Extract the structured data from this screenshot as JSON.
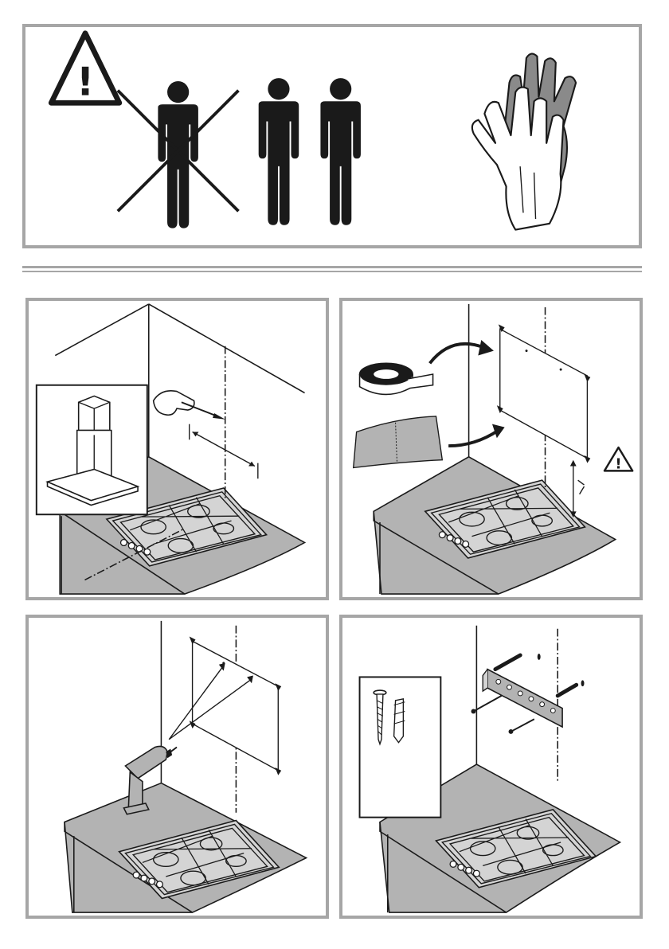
{
  "document": {
    "warning_section": {
      "warning_icon": "warning-triangle-icon",
      "warning_mark": "!",
      "figures": {
        "crossed_person": "person-crossed-icon",
        "two_people": "two-persons-icon"
      },
      "gloves": "gloves-icon"
    },
    "steps": [
      {
        "id": 1,
        "content": "mark-wall-centerline",
        "icons": [
          "hood-icon",
          "pencil-hand-icon",
          "hob-icon"
        ]
      },
      {
        "id": 2,
        "content": "apply-template",
        "icons": [
          "tape-roll-icon",
          "template-sheet-icon",
          "warning-triangle-icon",
          "hob-icon"
        ],
        "warning_mark": "!"
      },
      {
        "id": 3,
        "content": "drill-holes",
        "icons": [
          "drill-icon",
          "hob-icon"
        ]
      },
      {
        "id": 4,
        "content": "fix-bracket",
        "icons": [
          "screw-icon",
          "wall-plug-icon",
          "bracket-icon",
          "hob-icon"
        ]
      }
    ],
    "colors": {
      "frame": "#a6a6a6",
      "ink": "#1a1a1a",
      "counter": "#b3b3b3",
      "glove_dark": "#8a8a8a",
      "glove_light": "#ffffff"
    }
  }
}
